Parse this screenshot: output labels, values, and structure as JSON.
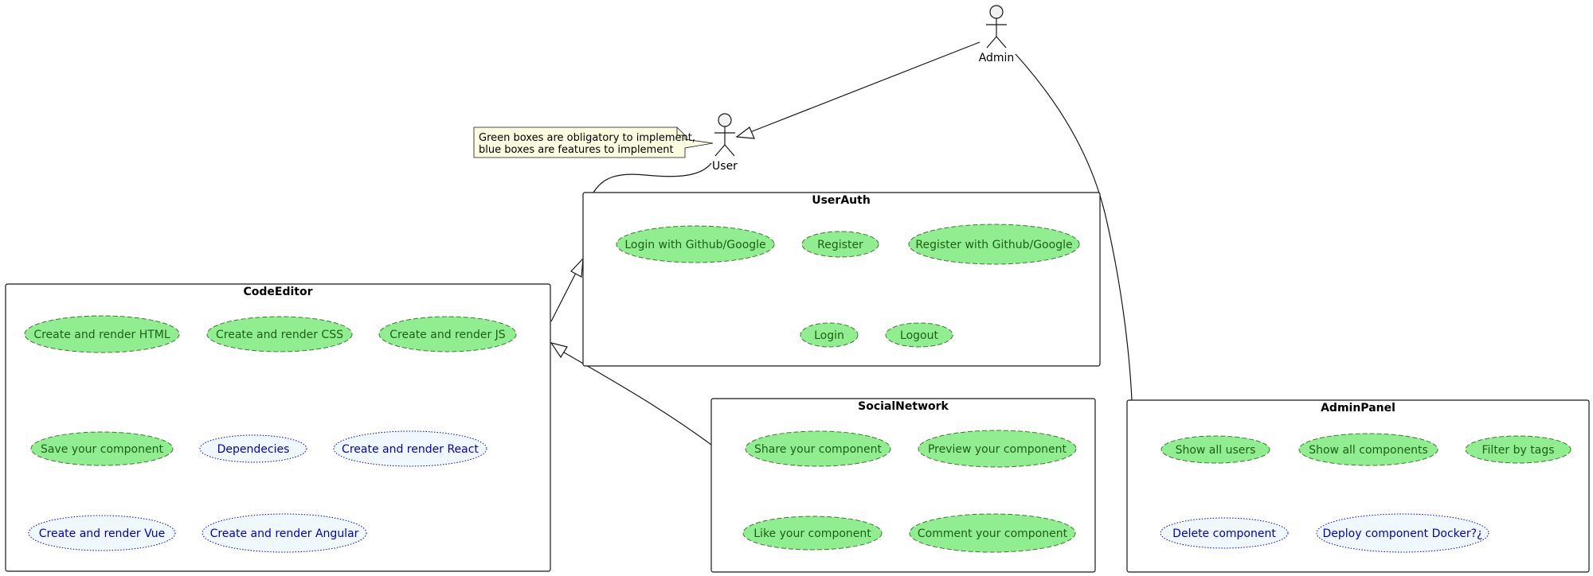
{
  "diagram": {
    "type": "use-case",
    "colors": {
      "obligatory_fill": "#90EE90",
      "obligatory_border": "#3c7a2e",
      "obligatory_text": "#1f5e16",
      "feature_fill": "#F0F8FF",
      "feature_border": "#0000ff",
      "feature_text": "#0000cc",
      "note_fill": "#FBFBE0",
      "line": "#181818"
    },
    "actors": {
      "admin": {
        "label": "Admin"
      },
      "user": {
        "label": "User"
      }
    },
    "note": {
      "lines": [
        "Green boxes are obligatory to implement,",
        "blue boxes are features to implement"
      ]
    },
    "packages": {
      "userauth": {
        "title": "UserAuth",
        "usecases": [
          {
            "label": "Login with Github/Google",
            "kind": "obligatory"
          },
          {
            "label": "Register",
            "kind": "obligatory"
          },
          {
            "label": "Register with Github/Google",
            "kind": "obligatory"
          },
          {
            "label": "Login",
            "kind": "obligatory"
          },
          {
            "label": "Logout",
            "kind": "obligatory"
          }
        ]
      },
      "codeeditor": {
        "title": "CodeEditor",
        "usecases": [
          {
            "label": "Create and render HTML",
            "kind": "obligatory"
          },
          {
            "label": "Create and render CSS",
            "kind": "obligatory"
          },
          {
            "label": "Create and render JS",
            "kind": "obligatory"
          },
          {
            "label": "Save your component",
            "kind": "obligatory"
          },
          {
            "label": "Dependecies",
            "kind": "feature"
          },
          {
            "label": "Create and render React",
            "kind": "feature"
          },
          {
            "label": "Create and render Vue",
            "kind": "feature"
          },
          {
            "label": "Create and render Angular",
            "kind": "feature"
          }
        ]
      },
      "socialnetwork": {
        "title": "SocialNetwork",
        "usecases": [
          {
            "label": "Share your component",
            "kind": "obligatory"
          },
          {
            "label": "Preview your component",
            "kind": "obligatory"
          },
          {
            "label": "Like your component",
            "kind": "obligatory"
          },
          {
            "label": "Comment your component",
            "kind": "obligatory"
          }
        ]
      },
      "adminpanel": {
        "title": "AdminPanel",
        "usecases": [
          {
            "label": "Show all users",
            "kind": "obligatory"
          },
          {
            "label": "Show all components",
            "kind": "obligatory"
          },
          {
            "label": "Filter by tags",
            "kind": "obligatory"
          },
          {
            "label": "Delete component",
            "kind": "feature"
          },
          {
            "label": "Deploy component Docker?¿",
            "kind": "feature"
          }
        ]
      }
    },
    "relations": [
      {
        "from": "Admin",
        "to": "User",
        "type": "generalization"
      },
      {
        "from": "Admin",
        "to": "AdminPanel",
        "type": "association"
      },
      {
        "from": "User",
        "to": "UserAuth",
        "type": "association"
      },
      {
        "from": "CodeEditor",
        "to": "UserAuth",
        "type": "generalization"
      },
      {
        "from": "SocialNetwork",
        "to": "CodeEditor",
        "type": "generalization"
      }
    ]
  }
}
